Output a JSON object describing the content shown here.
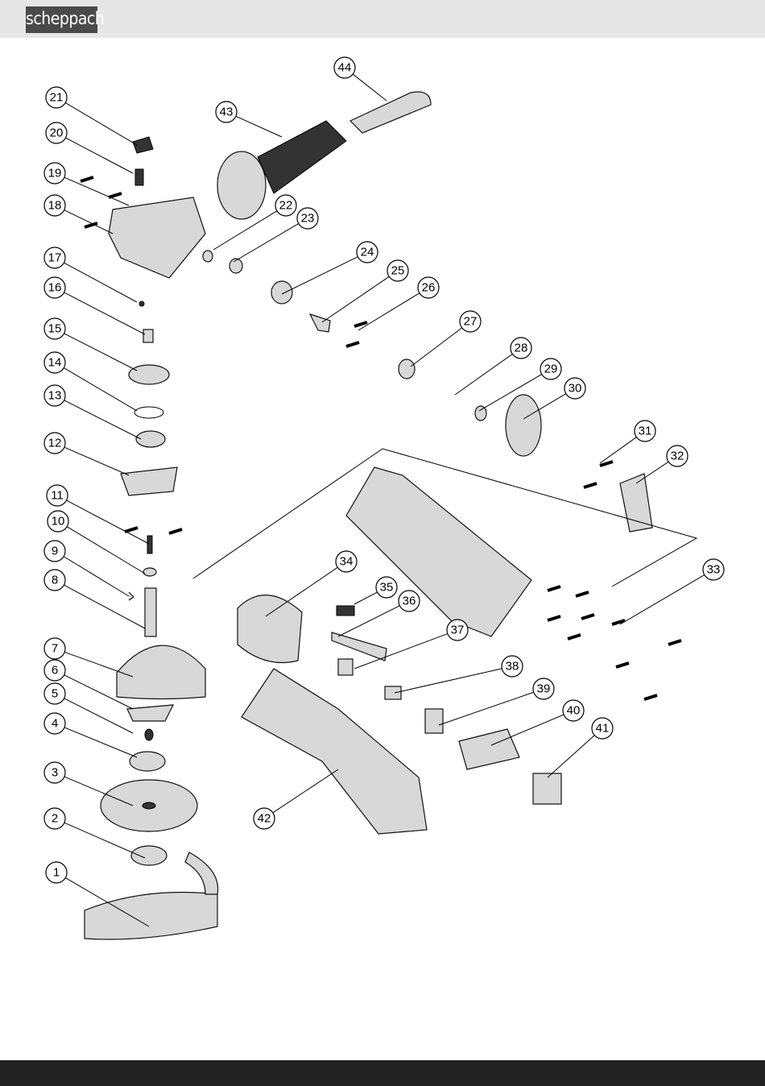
{
  "header": {
    "logo_text": "scheppach",
    "background": "#e6e6e6",
    "logo_background": "#4a4a4a"
  },
  "footer": {
    "background": "#222222"
  },
  "diagram": {
    "type": "exploded parts view",
    "part_numbers": [
      "1",
      "2",
      "3",
      "4",
      "5",
      "6",
      "7",
      "8",
      "9",
      "10",
      "11",
      "12",
      "13",
      "14",
      "15",
      "16",
      "17",
      "18",
      "19",
      "20",
      "21",
      "22",
      "23",
      "24",
      "25",
      "26",
      "27",
      "28",
      "29",
      "30",
      "31",
      "32",
      "33",
      "34",
      "35",
      "36",
      "37",
      "38",
      "39",
      "40",
      "41",
      "42",
      "43",
      "44"
    ]
  }
}
